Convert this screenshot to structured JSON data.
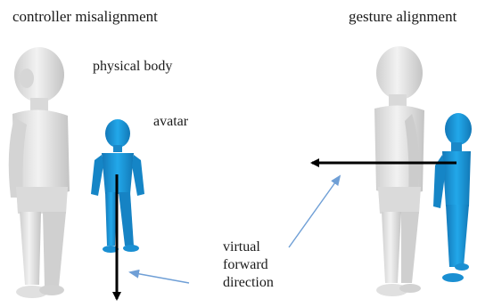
{
  "panels": {
    "left_title": "controller misalignment",
    "right_title": "gesture alignment"
  },
  "labels": {
    "physical_body": "physical body",
    "avatar": "avatar",
    "virtual_forward_line1": "virtual",
    "virtual_forward_line2": "forward",
    "virtual_forward_line3": "direction"
  },
  "colors": {
    "body": "#e8e8e8",
    "body_shade": "#c9c9c9",
    "avatar": "#1e9ee0",
    "avatar_shade": "#1478b5",
    "arrow": "#000000",
    "pointer": "#6f9fd6"
  }
}
